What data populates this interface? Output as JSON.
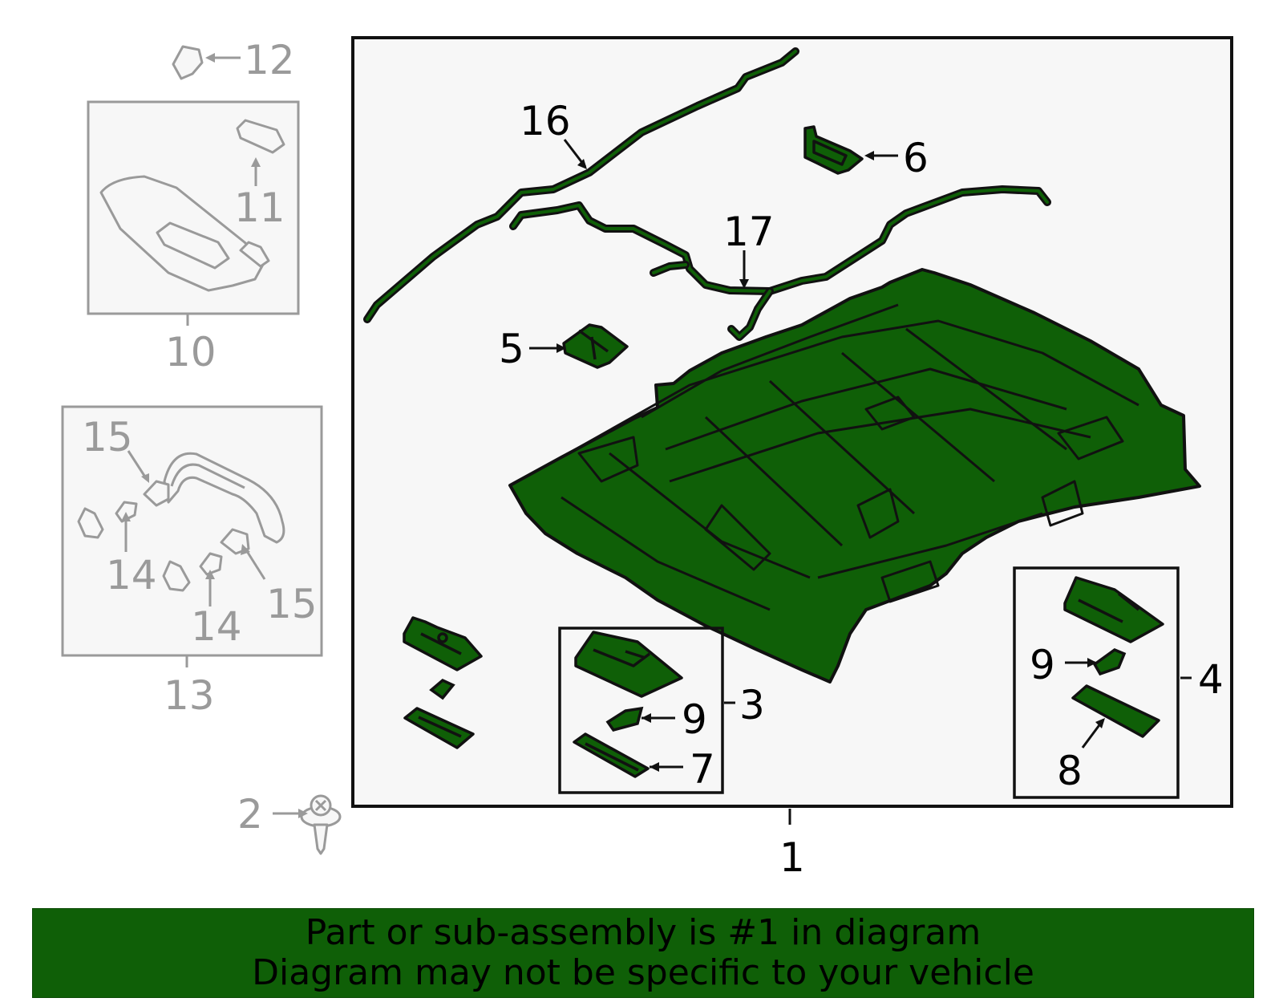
{
  "colors": {
    "highlight": "#0f5f07",
    "outline": "#111111",
    "muted": "#9a9a9a",
    "panel": "#f7f7f7"
  },
  "callouts": {
    "c1": "1",
    "c2": "2",
    "c3": "3",
    "c4": "4",
    "c5": "5",
    "c6": "6",
    "c7": "7",
    "c8": "8",
    "c9a": "9",
    "c9b": "9",
    "c10": "10",
    "c11": "11",
    "c12": "12",
    "c13": "13",
    "c14a": "14",
    "c14b": "14",
    "c15a": "15",
    "c15b": "15",
    "c16": "16",
    "c17": "17"
  },
  "banner": {
    "line1": "Part or sub-assembly is #1 in diagram",
    "line2": "Diagram may not be specific to your vehicle"
  }
}
